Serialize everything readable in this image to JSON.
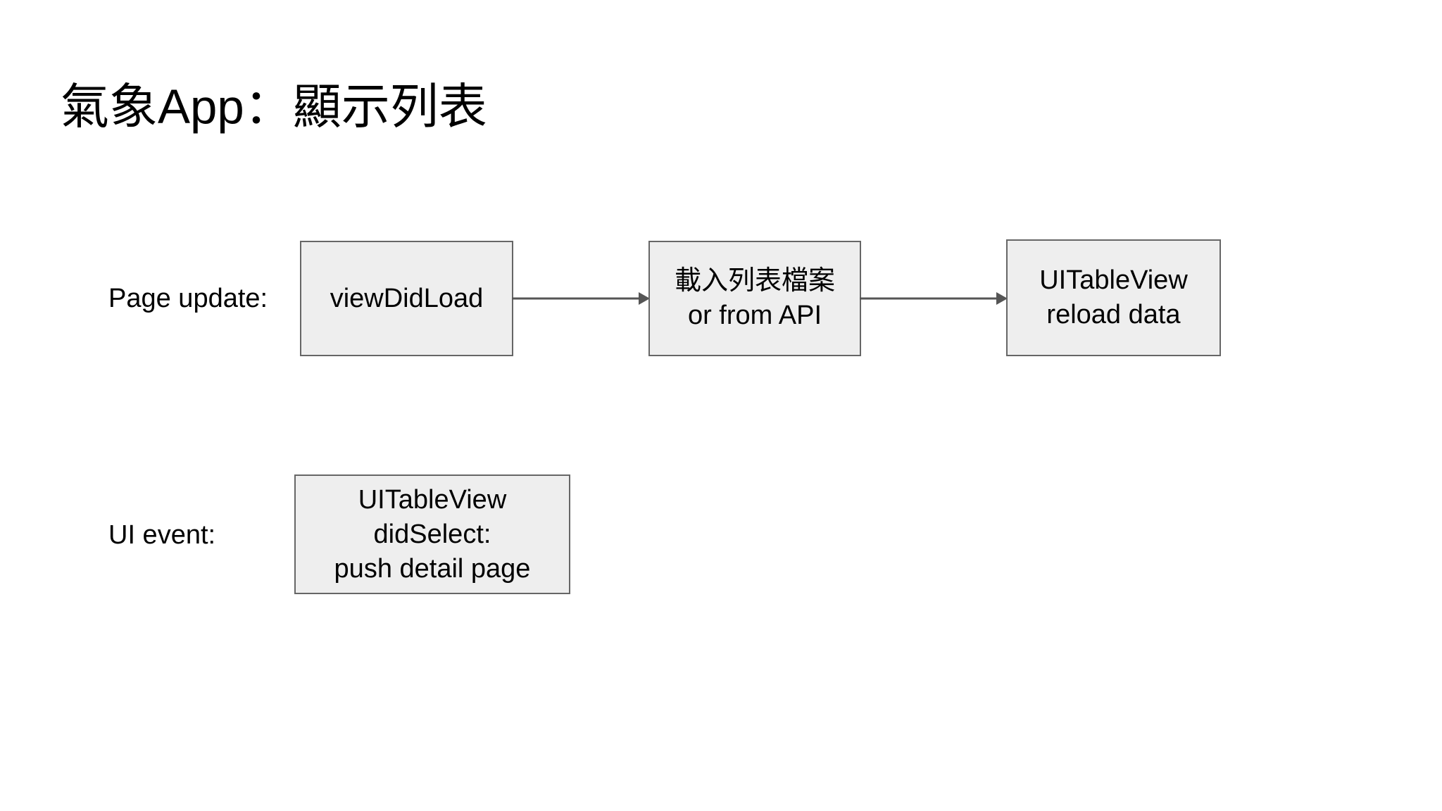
{
  "slide": {
    "title": "氣象App：顯示列表",
    "background_color": "#ffffff"
  },
  "theme": {
    "box_fill": "#eeeeee",
    "box_border": "#666666",
    "arrow_color": "#555555",
    "text_color": "#000000"
  },
  "rows": [
    {
      "label": "Page update:",
      "nodes": [
        {
          "id": "view-did-load",
          "text": "viewDidLoad"
        },
        {
          "id": "load-list",
          "text": "載入列表檔案\nor from API"
        },
        {
          "id": "reload-data",
          "text": "UITableView\nreload data"
        }
      ],
      "connectors": [
        {
          "from": "view-did-load",
          "to": "load-list",
          "style": "arrow"
        },
        {
          "from": "load-list",
          "to": "reload-data",
          "style": "arrow"
        }
      ]
    },
    {
      "label": "UI event:",
      "nodes": [
        {
          "id": "did-select",
          "text": "UITableView\ndidSelect:\npush detail page"
        }
      ],
      "connectors": []
    }
  ]
}
